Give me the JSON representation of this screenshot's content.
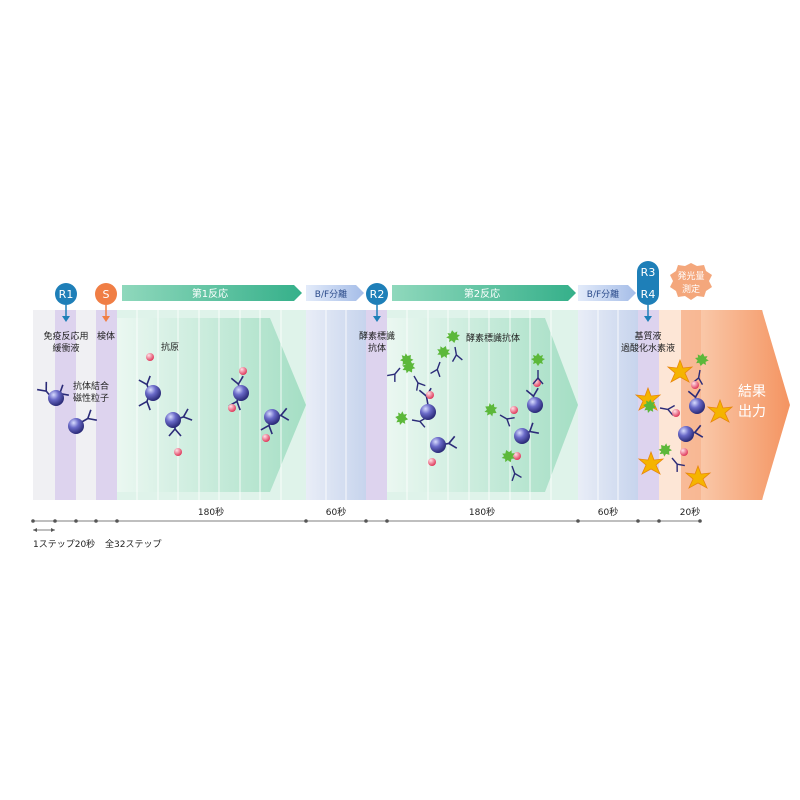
{
  "badges": {
    "r1": "R1",
    "s": "S",
    "r2": "R2",
    "r3": "R3",
    "r4": "R4"
  },
  "arrows": {
    "reaction1": "第1反応",
    "bf1": "B/F分離",
    "reaction2": "第2反応",
    "bf2": "B/F分離"
  },
  "measure_badge": [
    "発光量",
    "測定"
  ],
  "labels": {
    "buffer": [
      "免疫反応用",
      "緩衝液"
    ],
    "specimen": "検体",
    "particle": [
      "抗体結合",
      "磁性粒子"
    ],
    "antigen": "抗原",
    "enzyme_antibody_reagent": [
      "酵素標識",
      "抗体"
    ],
    "enzyme_antibody": "酵素標識抗体",
    "substrate": [
      "基質液",
      "過酸化水素液"
    ],
    "result": [
      "結果",
      "出力"
    ]
  },
  "timeline": {
    "durations": [
      "180秒",
      "60秒",
      "180秒",
      "60秒",
      "20秒"
    ],
    "step_note": "1ステップ20秒",
    "total_note": "全32ステップ"
  },
  "colors": {
    "reagent_badge": "#1e7fb8",
    "specimen_badge": "#f07e45",
    "reaction_arrow": "#4cbf97",
    "bf_arrow": "#9fb8e8",
    "result_arrow": "#f7a275",
    "particle": "#4a4aa0",
    "antigen": "#e8506a",
    "enzyme": "#5cb83a",
    "light": "#f5b400"
  }
}
